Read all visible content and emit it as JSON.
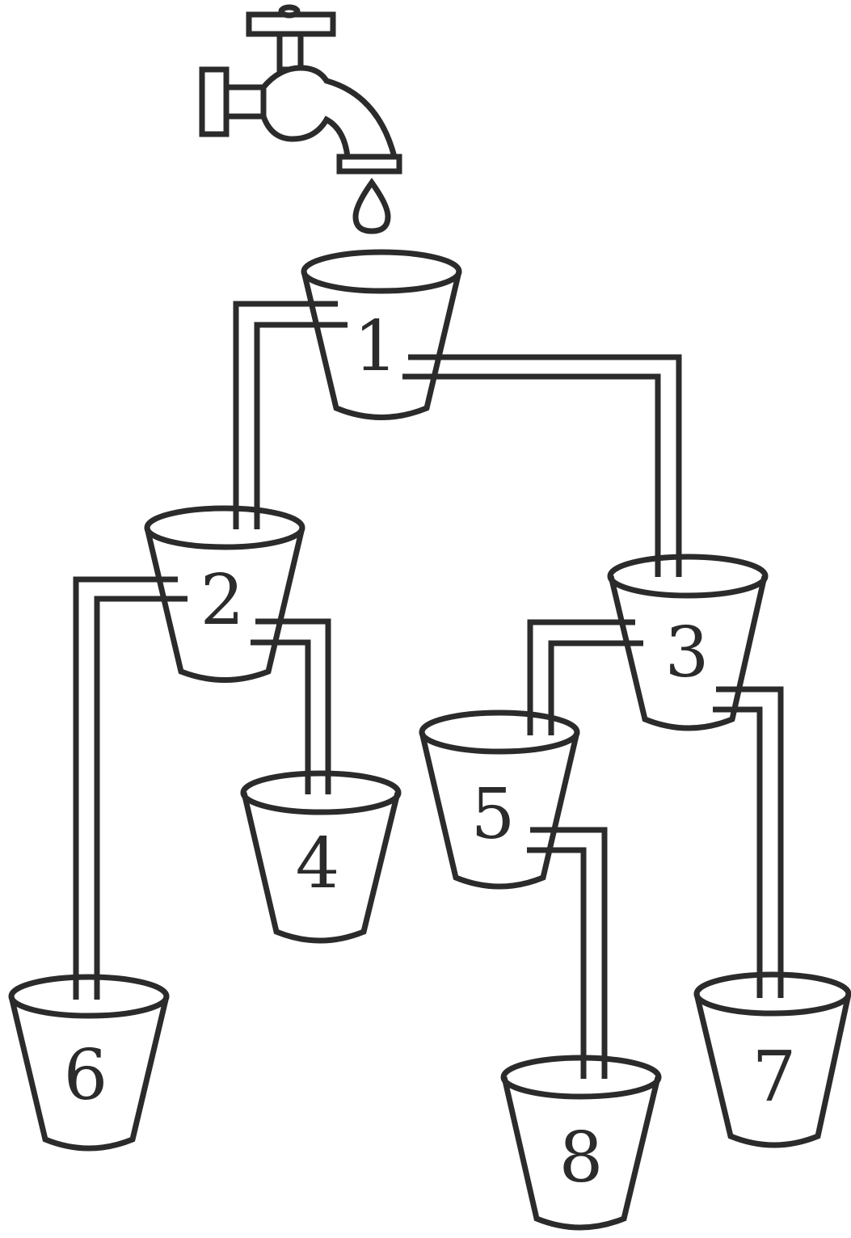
{
  "diagram": {
    "faucet": "faucet-icon",
    "water_drop": "water-drop-icon",
    "buckets": [
      {
        "id": "bucket-1",
        "label": "1"
      },
      {
        "id": "bucket-2",
        "label": "2"
      },
      {
        "id": "bucket-3",
        "label": "3"
      },
      {
        "id": "bucket-4",
        "label": "4"
      },
      {
        "id": "bucket-5",
        "label": "5"
      },
      {
        "id": "bucket-6",
        "label": "6"
      },
      {
        "id": "bucket-7",
        "label": "7"
      },
      {
        "id": "bucket-8",
        "label": "8"
      }
    ],
    "connections": [
      {
        "from": "1",
        "to": "2"
      },
      {
        "from": "1",
        "to": "3"
      },
      {
        "from": "2",
        "to": "6"
      },
      {
        "from": "2",
        "to": "4"
      },
      {
        "from": "3",
        "to": "5"
      },
      {
        "from": "3",
        "to": "7"
      },
      {
        "from": "5",
        "to": "8"
      }
    ],
    "line_color": "#2b2b2b",
    "background_color": "#ffffff"
  }
}
